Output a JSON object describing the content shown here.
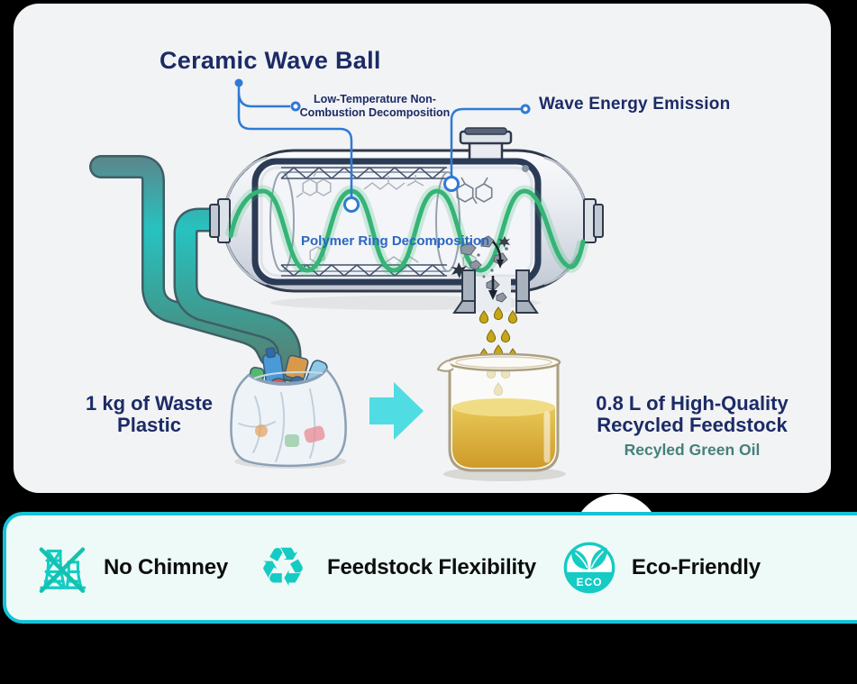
{
  "colors": {
    "page_bg": "#000000",
    "panel_bg": "#f2f3f4",
    "navy_text": "#1c2b66",
    "callout_blue": "#2f7ad6",
    "polymer_blue": "#2b66c4",
    "output_sub_teal": "#45807b",
    "arrow_cyan": "#4fdce2",
    "wave_green": "#35b476",
    "pipe_teal": "#27c2c0",
    "oil_gold": "#d2a22c",
    "bar_bg": "#eefaf7",
    "bar_border": "#16c2d6",
    "icon_teal": "#15cbc4"
  },
  "callouts": {
    "ceramic_wave_ball": "Ceramic Wave Ball",
    "low_temp_line1": "Low-Temperature Non-",
    "low_temp_line2": "Combustion Decomposition",
    "wave_energy_emission": "Wave Energy Emission",
    "polymer_ring_decomposition": "Polymer Ring Decomposition"
  },
  "io": {
    "input_line1": "1 kg of Waste",
    "input_line2": "Plastic",
    "output_line1": "0.8 L of High-Quality",
    "output_line2": "Recycled Feedstock",
    "output_subtitle": "Recyled Green Oil"
  },
  "features": [
    {
      "icon": "no-chimney-icon",
      "label": "No Chimney"
    },
    {
      "icon": "recycle-icon",
      "label": "Feedstock Flexibility",
      "glyph": "♻"
    },
    {
      "icon": "eco-badge-icon",
      "label": "Eco-Friendly",
      "badge": "ECO"
    }
  ]
}
